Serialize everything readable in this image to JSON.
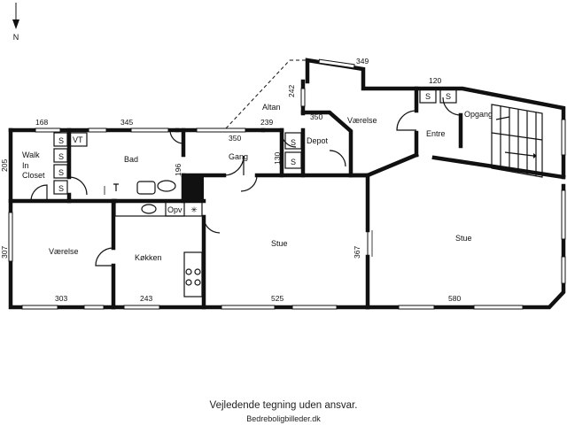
{
  "compass": {
    "label": "N"
  },
  "rooms": {
    "walk_in_closet": [
      "Walk",
      "In",
      "Closet"
    ],
    "vt": "VT",
    "bad": "Bad",
    "gang": "Gang",
    "altan": "Altan",
    "depot": "Depot",
    "vaerelse_top": "Værelse",
    "entre": "Entre",
    "opgang": "Opgang",
    "vaerelse_left": "Værelse",
    "koekken": "Køkken",
    "opv": "Opv",
    "stue_mid": "Stue",
    "stue_right": "Stue",
    "s": "S"
  },
  "dimensions": {
    "d168": "168",
    "d345": "345",
    "d239": "239",
    "d350a": "350",
    "d349": "349",
    "d120": "120",
    "d242": "242",
    "d350b": "350",
    "d205": "205",
    "d196": "196",
    "d130": "130",
    "d307": "307",
    "d367": "367",
    "d303": "303",
    "d243": "243",
    "d525": "525",
    "d580": "580"
  },
  "footer": {
    "disclaimer": "Vejledende tegning uden ansvar.",
    "credit": "Bedreboligbilleder.dk"
  }
}
